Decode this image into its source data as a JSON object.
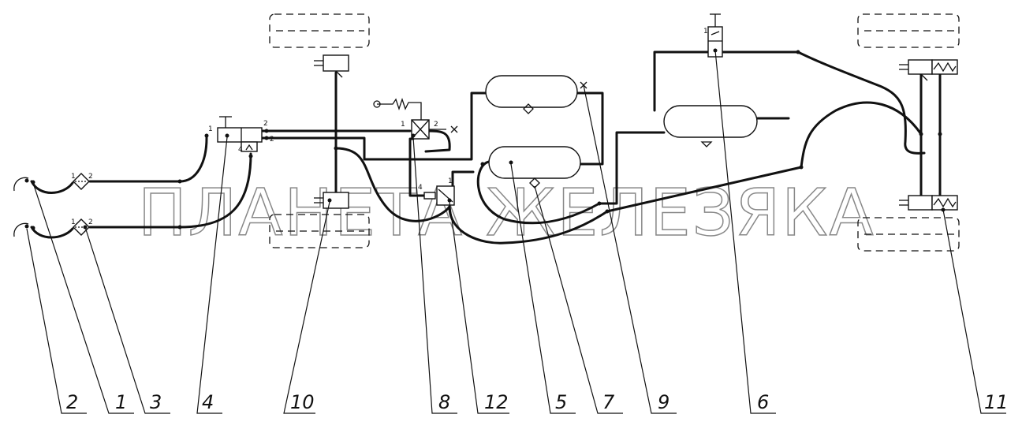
{
  "watermark": "ПЛАНЕТА ЖЕЛЕЗЯКА",
  "callouts": [
    "2",
    "1",
    "3",
    "4",
    "10",
    "8",
    "12",
    "5",
    "7",
    "9",
    "6",
    "11"
  ],
  "port_labels": {
    "p1": "1",
    "p2": "2",
    "p3": "1",
    "p4": "2",
    "p5": "1",
    "p6": "2",
    "p7": "2",
    "p8": "4",
    "p9": "1",
    "p10": "2",
    "p11": "1",
    "p12": "4",
    "p13": "1"
  }
}
